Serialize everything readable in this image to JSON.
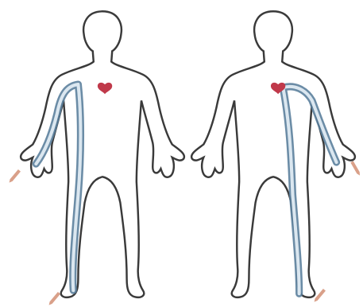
{
  "colors": {
    "background": "#ffffff",
    "outline": "#3a3a3a",
    "vessel": "#7fa6c4",
    "vessel_edge": "#5b7f9c",
    "heart": "#c0394a",
    "injection_site": "#d9a089"
  },
  "figures": [
    {
      "name": "figure-left",
      "heart": "heart-icon",
      "vessel_side": "right-arm-to-right-leg",
      "injection_sites": [
        "arm-injection-icon",
        "foot-injection-icon"
      ]
    },
    {
      "name": "figure-right",
      "heart": "heart-icon",
      "vessel_side": "left-arm-to-left-leg",
      "injection_sites": [
        "arm-injection-icon",
        "foot-injection-icon"
      ]
    }
  ]
}
